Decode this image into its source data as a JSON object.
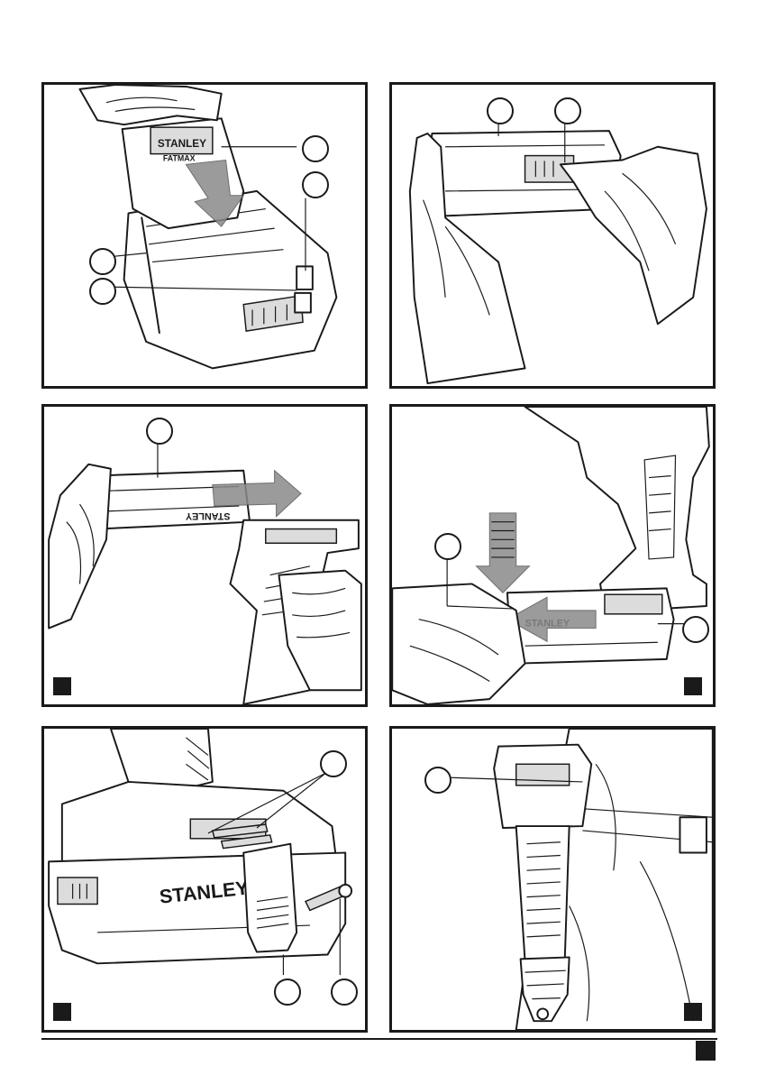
{
  "brand": {
    "name": "STANLEY",
    "subname": "FATMAX"
  },
  "figures": [
    {
      "id": "charger-insert",
      "callouts": 4
    },
    {
      "id": "battery-release",
      "callouts": 2
    },
    {
      "id": "battery-remove",
      "callouts": 1
    },
    {
      "id": "battery-insert",
      "callouts": 2
    },
    {
      "id": "belt-hook-attach",
      "callouts": 3
    },
    {
      "id": "belt-hook-use",
      "callouts": 1
    }
  ],
  "colors": {
    "ink": "#1a1a1a",
    "arrow": "#8a8a8a"
  }
}
